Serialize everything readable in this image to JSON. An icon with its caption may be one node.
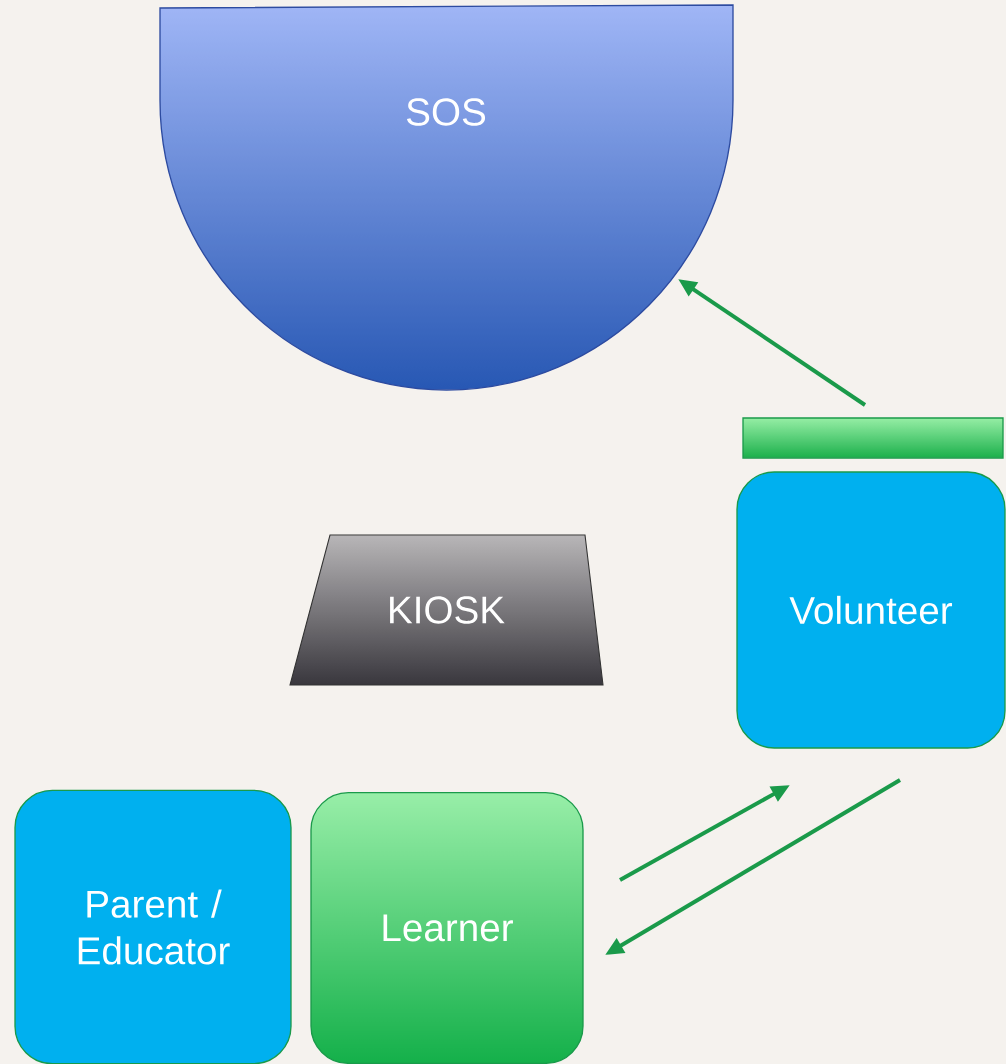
{
  "diagram": {
    "nodes": [
      {
        "text": [
          "SOS"
        ]
      },
      {
        "text": [],
        "shape": "bar"
      },
      {
        "text": [
          "KIOSK"
        ]
      },
      {
        "text": [
          "Volunteer"
        ]
      },
      {
        "text": [
          "Parent / Educator"
        ]
      },
      {
        "text": [
          "Learner"
        ]
      }
    ],
    "edges": [
      {
        "from": 1,
        "to": 0,
        "arrow": "to"
      },
      {
        "from": 5,
        "to": 3,
        "arrow": "to"
      },
      {
        "from": 3,
        "to": 5,
        "arrow": "to"
      }
    ]
  }
}
